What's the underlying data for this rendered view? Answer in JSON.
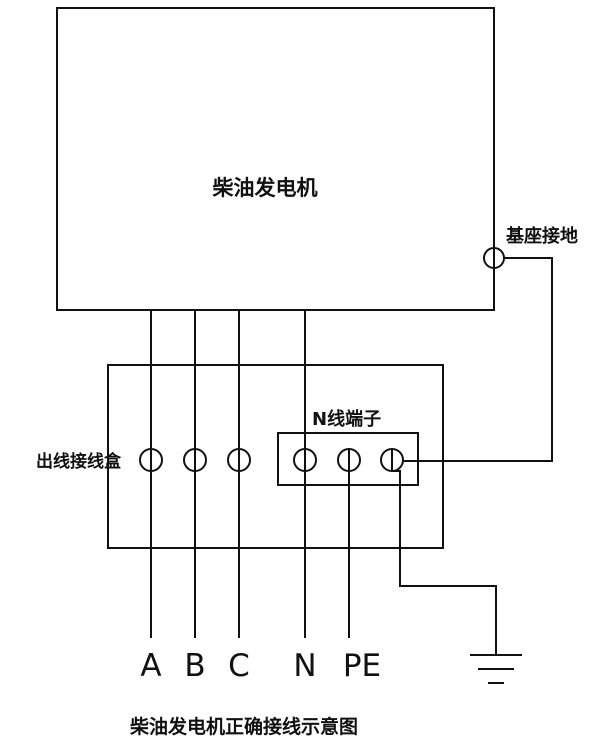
{
  "diagram": {
    "generator_label": "柴油发电机",
    "base_ground_label": "基座接地",
    "junction_box_label": "出线接线盒",
    "n_terminal_label": "N线端子",
    "phase_labels": [
      "A",
      "B",
      "C",
      "N",
      "PE"
    ],
    "caption": "柴油发电机正确接线示意图"
  }
}
